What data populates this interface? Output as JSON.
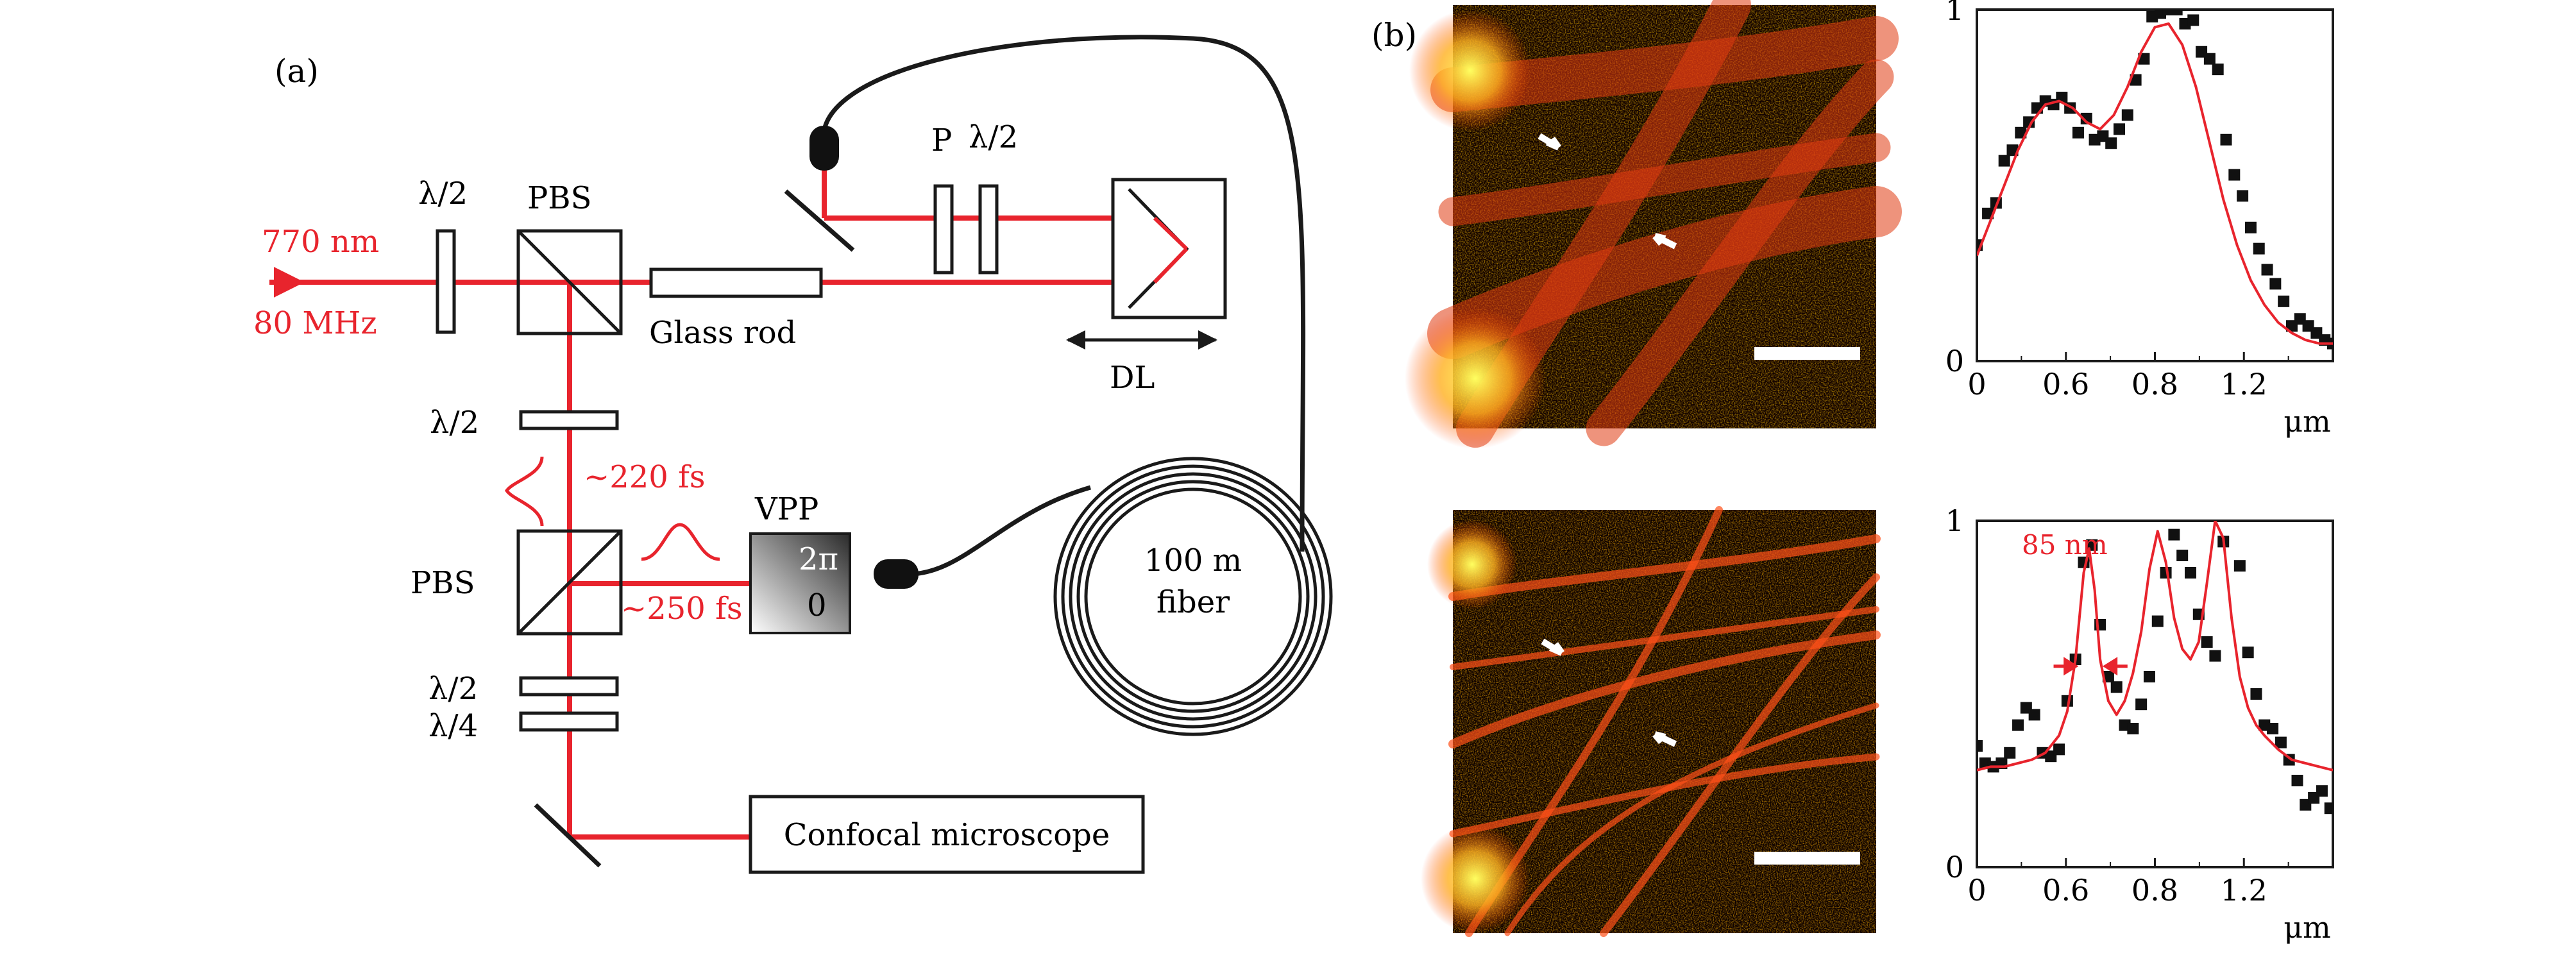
{
  "colors": {
    "beam": "#e8242d",
    "line": "#1a1a1a",
    "fit_curve": "#e8242d",
    "data_points": "#111111",
    "arrow_white": "#ffffff"
  },
  "panel_a": {
    "label": "(a)",
    "laser_wavelength": "770 nm",
    "laser_rate": "80 MHz",
    "halfwave_1": "λ/2",
    "pbs_top": "PBS",
    "glass_rod": "Glass rod",
    "polarizer": "P",
    "halfwave_2": "λ/2",
    "delay_line": "DL",
    "halfwave_3": "λ/2",
    "pulse_1": "~220 fs",
    "vpp_title": "VPP",
    "vpp_phase_high": "2π",
    "vpp_phase_low": "0",
    "pbs_bottom": "PBS",
    "pulse_2": "~250 fs",
    "fiber_line1": "100 m",
    "fiber_line2": "fiber",
    "halfwave_4": "λ/2",
    "quarterwave": "λ/4",
    "confocal": "Confocal microscope"
  },
  "panel_b": {
    "label": "(b)"
  },
  "chart_data": [
    {
      "type": "scatter",
      "x_unit_label": "μm",
      "xlim": [
        0,
        1.3
      ],
      "ylim": [
        0,
        1
      ],
      "x_ticks": [
        "0",
        "0.6",
        "0.8",
        "1.2"
      ],
      "y_ticks": [
        "0",
        "1"
      ],
      "annotation": "",
      "series": [
        {
          "kind": "points",
          "x": [
            0.0,
            0.04,
            0.07,
            0.1,
            0.13,
            0.16,
            0.19,
            0.22,
            0.25,
            0.28,
            0.31,
            0.34,
            0.37,
            0.4,
            0.43,
            0.46,
            0.49,
            0.52,
            0.55,
            0.58,
            0.61,
            0.64,
            0.67,
            0.7,
            0.73,
            0.76,
            0.79,
            0.82,
            0.85,
            0.88,
            0.91,
            0.94,
            0.97,
            1.0,
            1.03,
            1.06,
            1.09,
            1.12,
            1.15,
            1.18,
            1.21,
            1.24,
            1.27,
            1.3
          ],
          "y": [
            0.33,
            0.42,
            0.45,
            0.57,
            0.6,
            0.65,
            0.68,
            0.72,
            0.74,
            0.73,
            0.75,
            0.72,
            0.65,
            0.69,
            0.63,
            0.64,
            0.62,
            0.66,
            0.7,
            0.8,
            0.86,
            0.98,
            0.99,
            1.0,
            1.0,
            0.96,
            0.97,
            0.88,
            0.86,
            0.83,
            0.63,
            0.53,
            0.47,
            0.38,
            0.32,
            0.26,
            0.22,
            0.17,
            0.1,
            0.12,
            0.1,
            0.08,
            0.06,
            0.05
          ]
        },
        {
          "kind": "fit",
          "x": [
            0.0,
            0.05,
            0.1,
            0.15,
            0.2,
            0.25,
            0.3,
            0.35,
            0.4,
            0.45,
            0.5,
            0.55,
            0.6,
            0.65,
            0.7,
            0.75,
            0.8,
            0.85,
            0.9,
            0.95,
            1.0,
            1.05,
            1.1,
            1.15,
            1.2,
            1.25,
            1.3
          ],
          "y": [
            0.3,
            0.4,
            0.5,
            0.6,
            0.68,
            0.73,
            0.74,
            0.72,
            0.68,
            0.66,
            0.7,
            0.78,
            0.88,
            0.95,
            0.96,
            0.9,
            0.78,
            0.62,
            0.46,
            0.33,
            0.23,
            0.16,
            0.11,
            0.08,
            0.06,
            0.05,
            0.05
          ]
        }
      ]
    },
    {
      "type": "scatter",
      "x_unit_label": "μm",
      "xlim": [
        0,
        1.3
      ],
      "ylim": [
        0,
        1
      ],
      "x_ticks": [
        "0",
        "0.6",
        "0.8",
        "1.2"
      ],
      "y_ticks": [
        "0",
        "1"
      ],
      "annotation": "85 nm",
      "series": [
        {
          "kind": "points",
          "x": [
            0.0,
            0.03,
            0.06,
            0.09,
            0.12,
            0.15,
            0.18,
            0.21,
            0.24,
            0.27,
            0.3,
            0.33,
            0.36,
            0.39,
            0.42,
            0.45,
            0.48,
            0.51,
            0.54,
            0.57,
            0.6,
            0.63,
            0.66,
            0.69,
            0.72,
            0.75,
            0.78,
            0.81,
            0.84,
            0.87,
            0.9,
            0.93,
            0.96,
            0.99,
            1.02,
            1.05,
            1.08,
            1.11,
            1.14,
            1.17,
            1.2,
            1.23,
            1.26,
            1.29
          ],
          "y": [
            0.35,
            0.3,
            0.29,
            0.3,
            0.33,
            0.41,
            0.46,
            0.44,
            0.33,
            0.32,
            0.34,
            0.48,
            0.6,
            0.88,
            0.93,
            0.7,
            0.55,
            0.52,
            0.41,
            0.4,
            0.47,
            0.55,
            0.71,
            0.85,
            0.96,
            0.9,
            0.85,
            0.73,
            0.65,
            0.61,
            0.94,
            1.03,
            0.87,
            0.62,
            0.5,
            0.41,
            0.4,
            0.36,
            0.31,
            0.25,
            0.18,
            0.2,
            0.22,
            0.17
          ]
        },
        {
          "kind": "fit",
          "x": [
            0.0,
            0.05,
            0.1,
            0.15,
            0.2,
            0.25,
            0.3,
            0.33,
            0.36,
            0.39,
            0.41,
            0.43,
            0.45,
            0.48,
            0.51,
            0.54,
            0.57,
            0.6,
            0.63,
            0.66,
            0.69,
            0.72,
            0.75,
            0.78,
            0.81,
            0.84,
            0.87,
            0.9,
            0.93,
            0.96,
            0.99,
            1.02,
            1.05,
            1.1,
            1.15,
            1.2,
            1.25,
            1.3
          ],
          "y": [
            0.28,
            0.29,
            0.29,
            0.3,
            0.31,
            0.33,
            0.38,
            0.45,
            0.6,
            0.85,
            0.92,
            0.8,
            0.6,
            0.48,
            0.44,
            0.48,
            0.56,
            0.68,
            0.86,
            0.97,
            0.88,
            0.72,
            0.63,
            0.6,
            0.65,
            0.82,
            1.0,
            0.95,
            0.72,
            0.55,
            0.46,
            0.41,
            0.38,
            0.34,
            0.31,
            0.3,
            0.29,
            0.28
          ]
        }
      ]
    }
  ]
}
